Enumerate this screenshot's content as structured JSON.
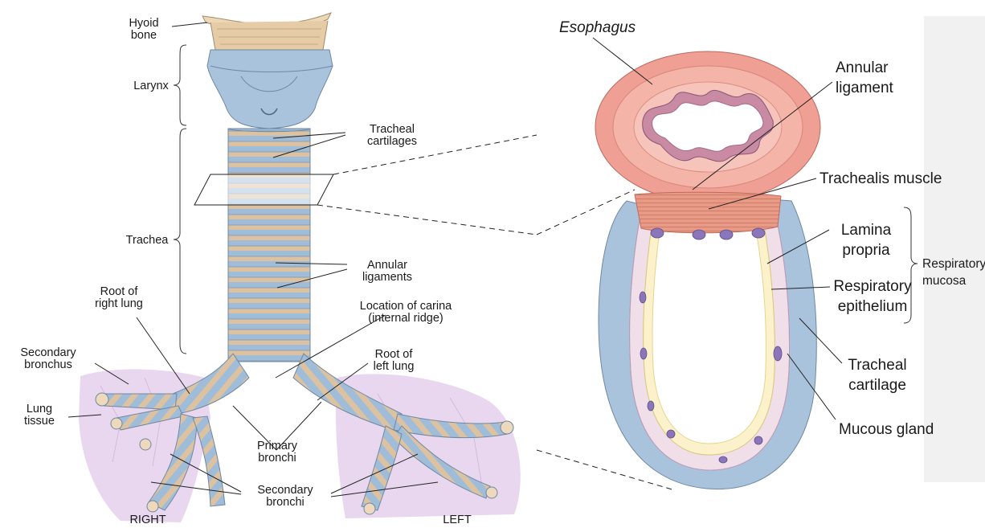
{
  "labels": {
    "hyoid_bone": "Hyoid\nbone",
    "larynx": "Larynx",
    "tracheal_cartilages": "Tracheal\ncartilages",
    "trachea": "Trachea",
    "annular_ligaments": "Annular\nligaments",
    "root_right_lung": "Root of\nright lung",
    "location_carina": "Location of carina\n(internal ridge)",
    "secondary_bronchus": "Secondary\nbronchus",
    "root_left_lung": "Root of\nleft lung",
    "lung_tissue": "Lung\ntissue",
    "primary_bronchi": "Primary\nbronchi",
    "secondary_bronchi": "Secondary\nbronchi",
    "right": "RIGHT",
    "left": "LEFT",
    "esophagus": "Esophagus",
    "annular_ligament": "Annular\nligament",
    "trachealis_muscle": "Trachealis muscle",
    "lamina_propria": "Lamina\npropria",
    "respiratory_epithelium": "Respiratory\nepithelium",
    "respiratory_mucosa": "Respiratory\nmucosa",
    "tracheal_cartilage": "Tracheal\ncartilage",
    "mucous_gland": "Mucous gland"
  },
  "colors": {
    "cartilage_blue": "#a8c2dc",
    "ligament_tan": "#e3c7a4",
    "lung_tissue": "#e6d3ec",
    "esophagus_pink": "#ee9d92",
    "mucosa_cream": "#f7efc6",
    "gland_purple": "#8a76b8"
  }
}
